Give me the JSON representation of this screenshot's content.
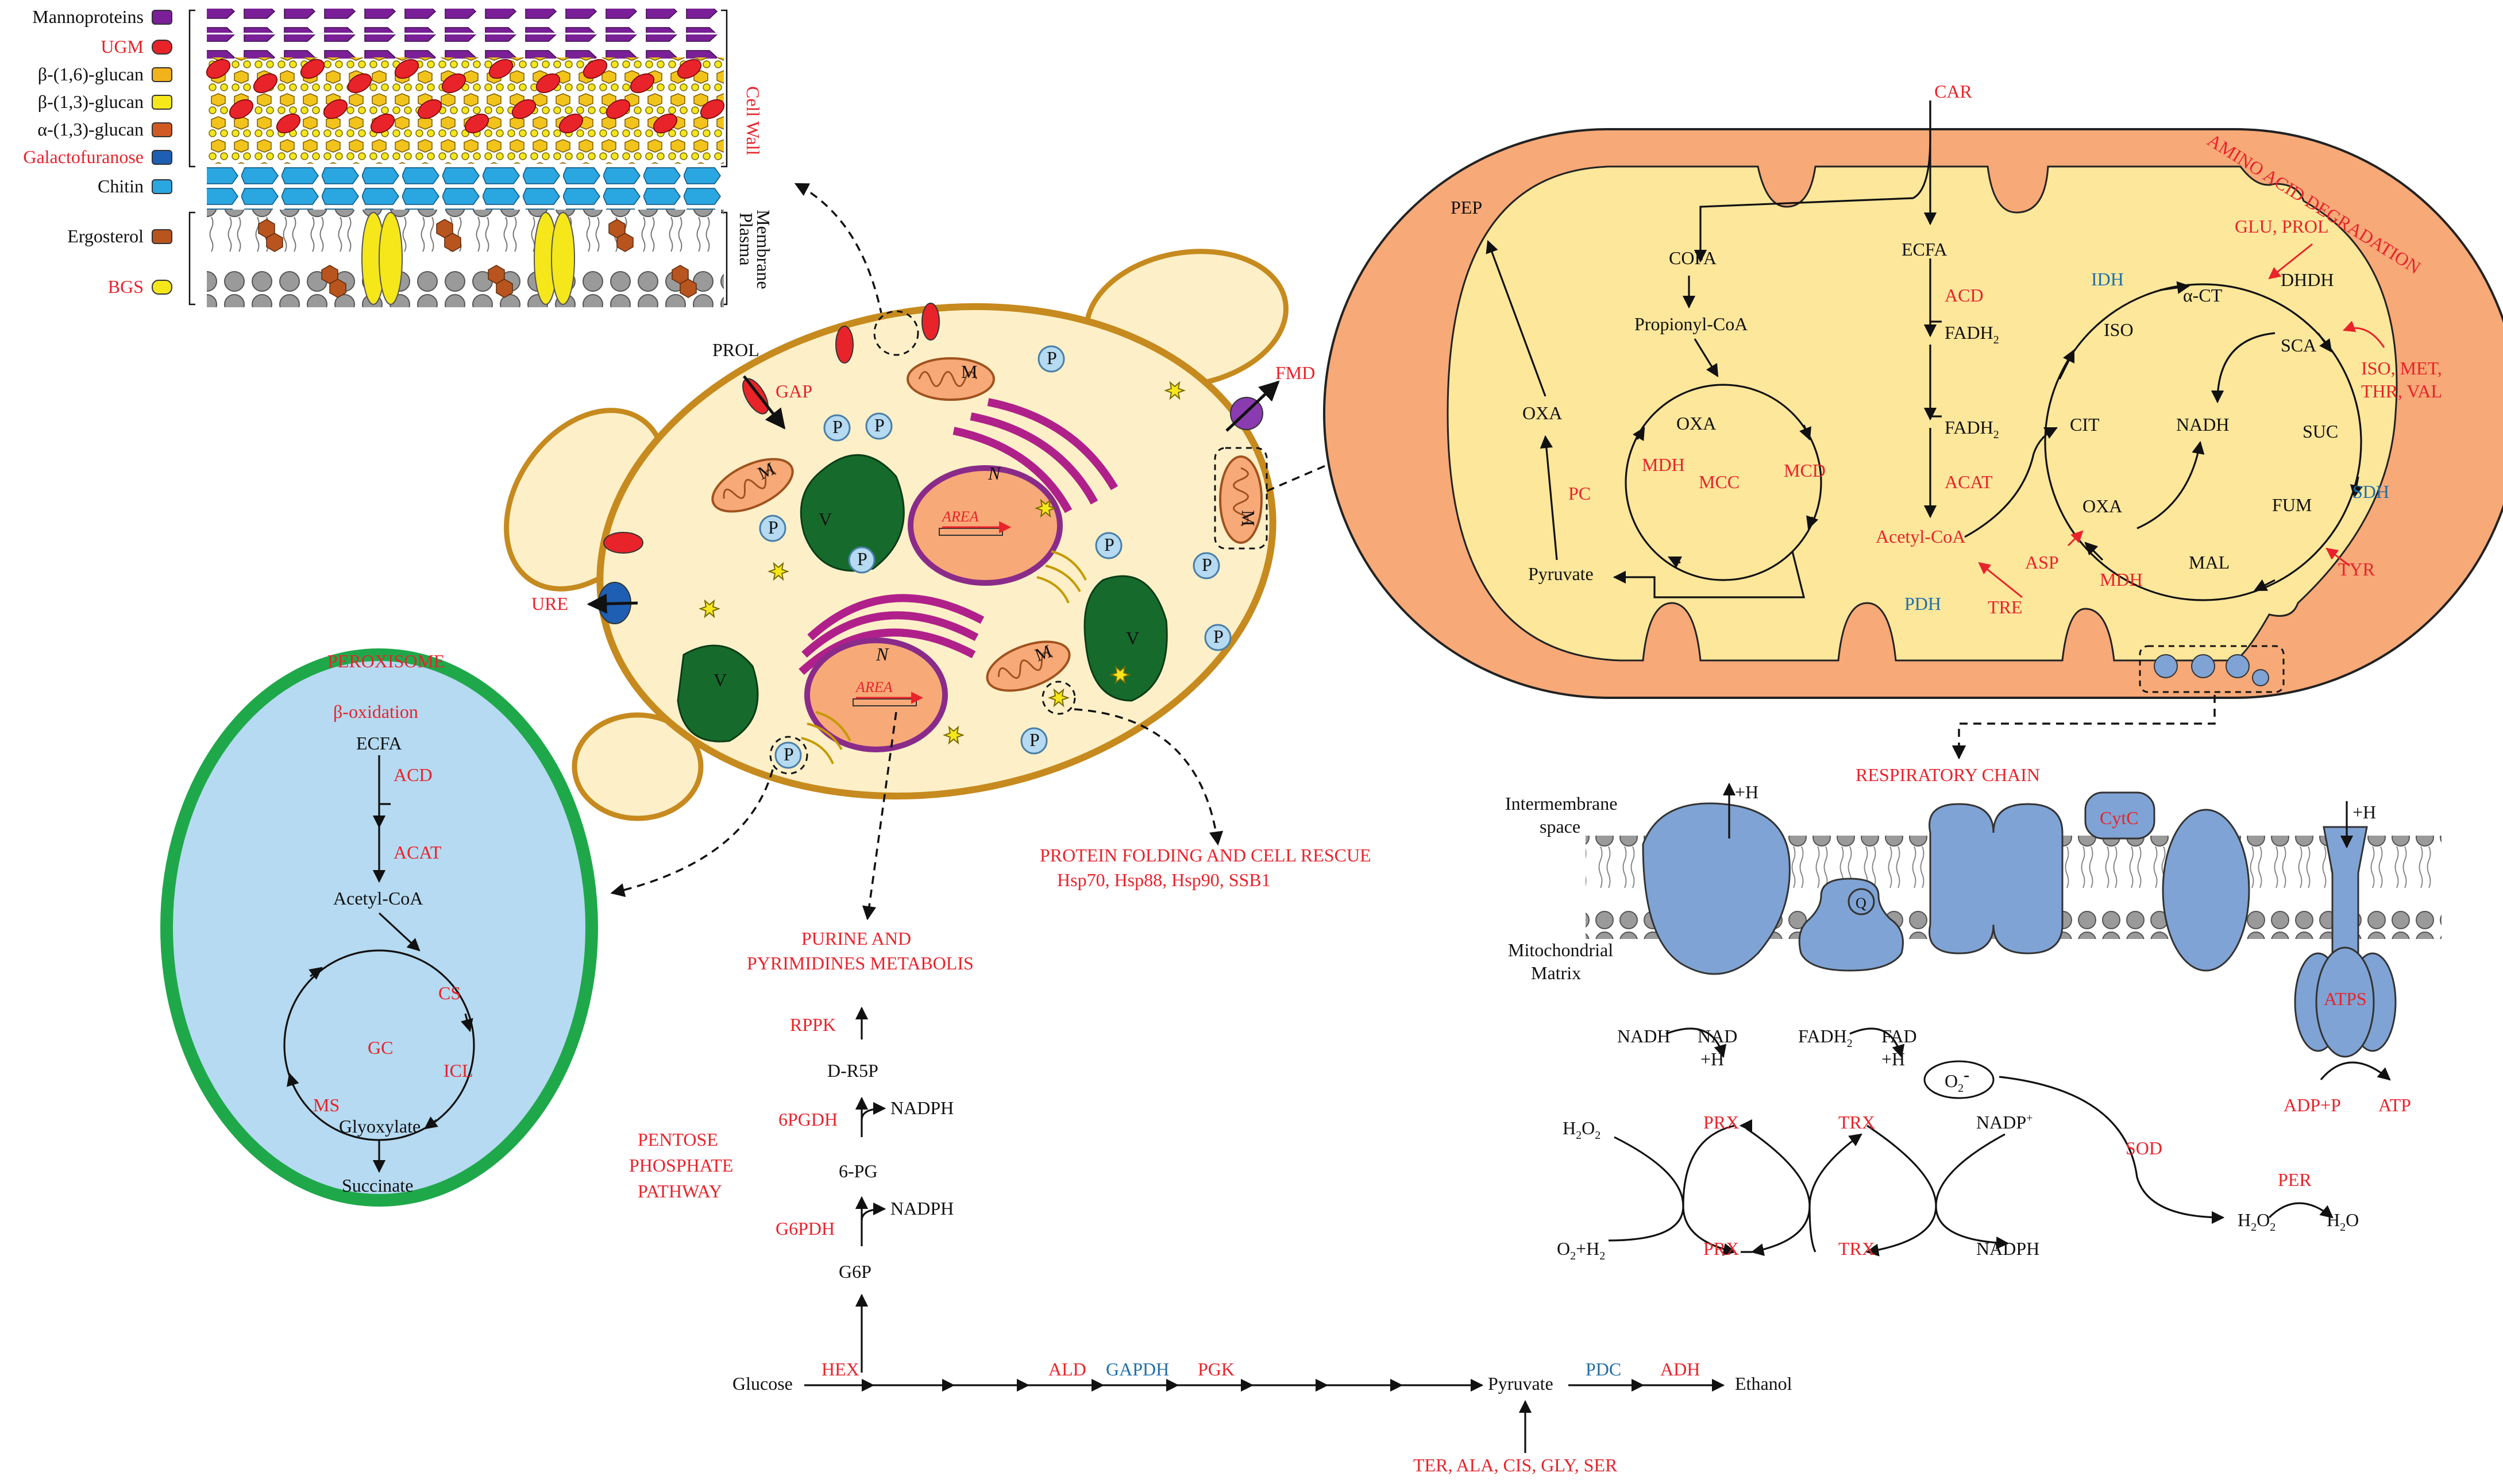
{
  "legend": {
    "items": [
      {
        "label": "Mannoproteins",
        "color": "#7a1f97",
        "highlight": false
      },
      {
        "label": "UGM",
        "color": "#e8232a",
        "highlight": true
      },
      {
        "label": "β-(1,6)-glucan",
        "color": "#f2b21b",
        "highlight": false
      },
      {
        "label": "β-(1,3)-glucan",
        "color": "#f5e71a",
        "highlight": false
      },
      {
        "label": "α-(1,3)-glucan",
        "color": "#d15a24",
        "highlight": false
      },
      {
        "label": "Galactofuranose",
        "color": "#1f5fb3",
        "highlight": true
      },
      {
        "label": "Chitin",
        "color": "#2aa6e0",
        "highlight": false
      },
      {
        "label": "Ergosterol",
        "color": "#b8541e",
        "highlight": false
      },
      {
        "label": "BGS",
        "color": "#f5e71a",
        "highlight": true
      }
    ],
    "cell_wall": "Cell Wall",
    "plasma_membrane_1": "Plasma",
    "plasma_membrane_2": "Membrane"
  },
  "cell": {
    "prol": "PROL",
    "gap": "GAP",
    "fmd": "FMD",
    "ure": "URE",
    "mito": "M",
    "vacuole": "V",
    "nucleus": "N",
    "area": "AREA",
    "peroxisome_p": "P"
  },
  "mitochondrion": {
    "title": "AMINO ACID DEGRADATION",
    "car": "CAR",
    "pep": "PEP",
    "cofa": "COFA",
    "propionyl": "Propionyl-CoA",
    "oxa_left": "OXA",
    "oxa_mcc": "OXA",
    "mdh_left": "MDH",
    "mcc": "MCC",
    "mcd": "MCD",
    "pc": "PC",
    "pyruvate": "Pyruvate",
    "ecfa": "ECFA",
    "acd": "ACD",
    "fadh2_a": "FADH",
    "fadh2_b": "FADH",
    "sub2": "2",
    "acat": "ACAT",
    "acetyl": "Acetyl-CoA",
    "pdh": "PDH",
    "tre": "TRE",
    "asp": "ASP",
    "mdh_tca": "MDH",
    "oxa_tca": "OXA",
    "cit": "CIT",
    "iso": "ISO",
    "idh": "IDH",
    "act": "α-CT",
    "dhdh": "DHDH",
    "glu_prol": "GLU, PROL",
    "sca": "SCA",
    "iso_met_1": "ISO, MET,",
    "iso_met_2": "THR, VAL",
    "suc": "SUC",
    "sdh": "SDH",
    "fum": "FUM",
    "tyr": "TYR",
    "mal": "MAL",
    "nadh": "NADH"
  },
  "respiratory": {
    "title": "RESPIRATORY CHAIN",
    "intermembrane_1": "Intermembrane",
    "intermembrane_2": "space",
    "matrix_1": "Mitochondrial",
    "matrix_2": "Matrix",
    "h1": "+H",
    "h2": "+H",
    "cytc": "CytC",
    "q": "Q",
    "atps": "ATPS",
    "nadh": "NADH",
    "nad": "NAD",
    "nad_h": "+H",
    "fadh2": "FADH",
    "fad": "FAD",
    "fad_h": "+H",
    "adp": "ADP+P",
    "atp": "ATP"
  },
  "redox": {
    "h2o2": "H",
    "o2h2": "O",
    "prx_top": "PRX",
    "prx_bottom": "PRX",
    "trx_top": "TRX",
    "trx_bottom": "TRX",
    "nadp_plus": "NADP",
    "nadph": "NADPH",
    "o2minus": "O",
    "sod": "SOD",
    "per": "PER",
    "h2o2_right": "H",
    "h2o": "H"
  },
  "peroxisome": {
    "title": "PEROXISOME",
    "beta_ox": "β-oxidation",
    "ecfa": "ECFA",
    "acd": "ACD",
    "acat": "ACAT",
    "acetyl": "Acetyl-CoA",
    "cs": "CS",
    "gc": "GC",
    "icl": "ICL",
    "ms": "MS",
    "glyoxylate": "Glyoxylate",
    "succinate": "Succinate"
  },
  "protein_folding": {
    "line1": "PROTEIN FOLDING AND CELL RESCUE",
    "line2": "Hsp70, Hsp88, Hsp90, SSB1"
  },
  "purine": {
    "line1": "PURINE AND",
    "line2": "PYRIMIDINES METABOLIS",
    "rppk": "RPPK",
    "dr5p": "D-R5P",
    "pgdh": "6PGDH",
    "nadph1": "NADPH",
    "pg": "6-PG",
    "g6pdh": "G6PDH",
    "nadph2": "NADPH",
    "g6p": "G6P"
  },
  "ppp": {
    "line1": "PENTOSE",
    "line2": "PHOSPHATE",
    "line3": "PATHWAY"
  },
  "glycolysis": {
    "glucose": "Glucose",
    "hex": "HEX",
    "ald": "ALD",
    "gapdh": "GAPDH",
    "pgk": "PGK",
    "pyruvate": "Pyruvate",
    "pdc": "PDC",
    "adh": "ADH",
    "ethanol": "Ethanol",
    "amino": "TER, ALA, CIS, GLY, SER"
  },
  "colors": {
    "cytoplasm": "#fdf0c8",
    "cell_wall": "#c68a1e",
    "mito_outer": "#f7a978",
    "mito_inner": "#fde79b",
    "vacuole": "#166b2c",
    "peroxisome_fill": "#b5daf1",
    "peroxisome_border": "#1fa84a",
    "complex": "#7fa3d4",
    "accent_red": "#e8232a",
    "accent_blue": "#1f6fa8"
  }
}
